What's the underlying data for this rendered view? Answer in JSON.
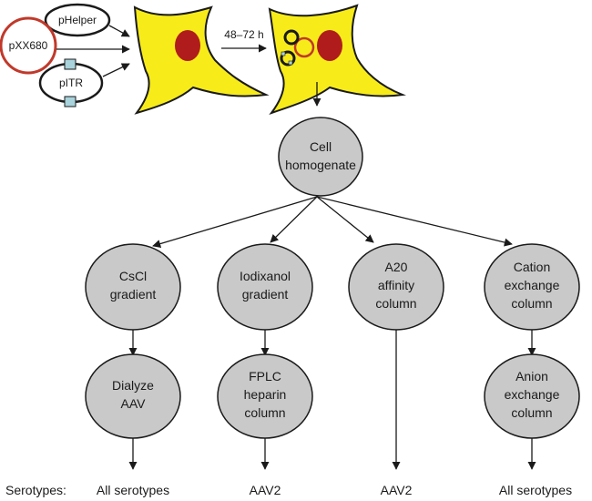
{
  "plasmids": {
    "helper": "pHelper",
    "xx680": "pXX680",
    "itr": "pITR"
  },
  "incubation": "48–72 h",
  "homogenate": {
    "line1": "Cell",
    "line2": "homogenate"
  },
  "columns": [
    {
      "step1": [
        "CsCl",
        "gradient"
      ],
      "step2": [
        "Dialyze",
        "AAV"
      ],
      "serotype": "All serotypes"
    },
    {
      "step1": [
        "Iodixanol",
        "gradient"
      ],
      "step2": [
        "FPLC",
        "heparin",
        "column"
      ],
      "serotype": "AAV2"
    },
    {
      "step1": [
        "A20",
        "affinity",
        "column"
      ],
      "step2": [],
      "serotype": "AAV2"
    },
    {
      "step1": [
        "Cation",
        "exchange",
        "column"
      ],
      "step2": [
        "Anion",
        "exchange",
        "column"
      ],
      "serotype": "All serotypes"
    }
  ],
  "footer_label": "Serotypes:",
  "colors": {
    "cell_fill": "#f7ec19",
    "nucleus": "#b01c1c",
    "node_fill": "#c9c9c9",
    "plasmid_red": "#c0392b",
    "itr_box": "#a9d3dc"
  }
}
